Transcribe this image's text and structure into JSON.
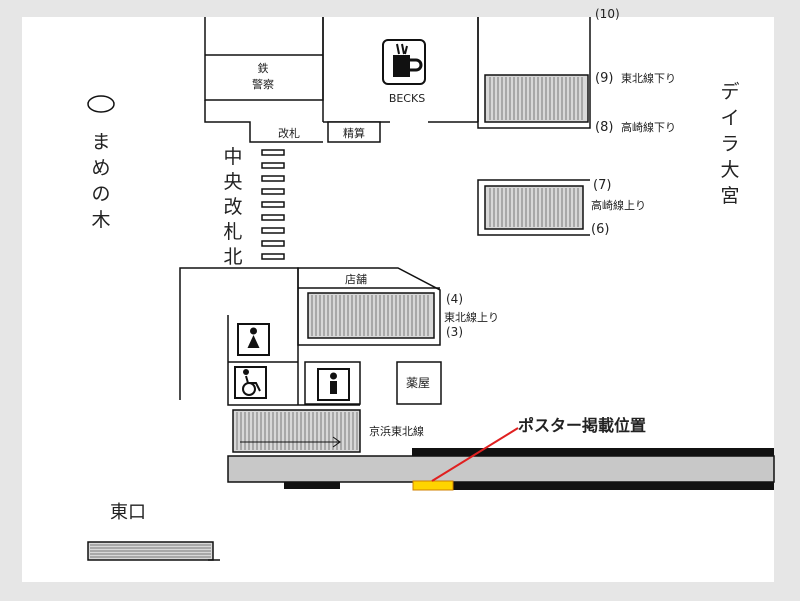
{
  "map": {
    "labels": {
      "police": "鉄\n警察",
      "becks": "BECKS",
      "ticket_gate": "改札",
      "fare_adjust": "精算",
      "central_gate_north": "中央改札北",
      "mamenoki": "まめの木",
      "deira_omiya": "デイラ大宮",
      "shop": "店舗",
      "pharmacy": "薬屋",
      "keihin_tohoku_line": "京浜東北線",
      "east_exit": "東口",
      "poster_location": "ポスター掲載位置"
    },
    "platforms": {
      "p9_10": {
        "top_num": "(9)",
        "top_text": "東北線下り",
        "bottom_num": "(8)",
        "bottom_text": "高崎線下り",
        "top_hidden": "(10)"
      },
      "p6_7": {
        "top_num": "(7)",
        "mid_text": "高崎線上り",
        "bottom_num": "(6)"
      },
      "p3_4": {
        "top_num": "(4)",
        "mid_text": "東北線上り",
        "bottom_num": "(3)"
      }
    },
    "icons": {
      "cafe": "coffee-cup-icon",
      "toilet_female": "female-toilet-icon",
      "toilet_male": "male-toilet-icon",
      "accessible": "wheelchair-icon",
      "landmark": "tree-marker-icon"
    },
    "colors": {
      "poster_highlight": "#ffd400",
      "pointer_line": "#e02020"
    }
  }
}
